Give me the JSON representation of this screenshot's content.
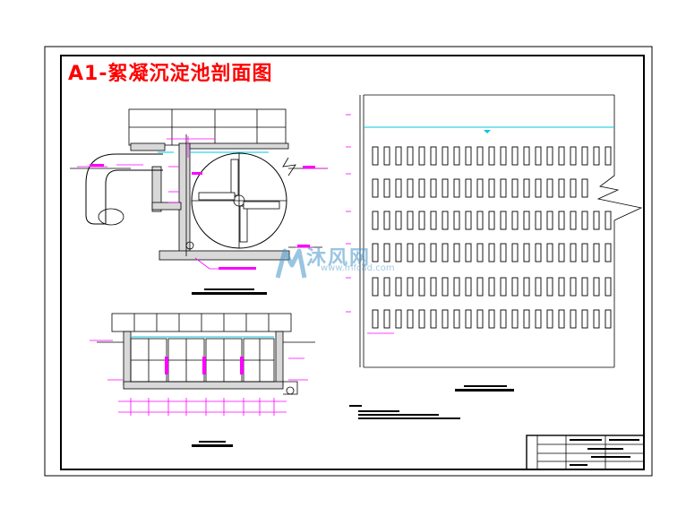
{
  "drawing": {
    "title": "A1-絮凝沉淀池剖面图",
    "title_color": "#ff0000",
    "line_color": "#000000",
    "annotation_color": "#ff00ff",
    "water_line_color": "#00c8e0",
    "background": "#ffffff"
  },
  "watermark": {
    "logo_text": "沐风网",
    "url": "www.mfcad.com",
    "icon": "mf-logo-icon",
    "color": "#4a96c8"
  },
  "icons": {
    "title_block": "title-block-grid",
    "break_line": "zigzag-break-icon",
    "water_level": "water-level-triangle-icon"
  }
}
